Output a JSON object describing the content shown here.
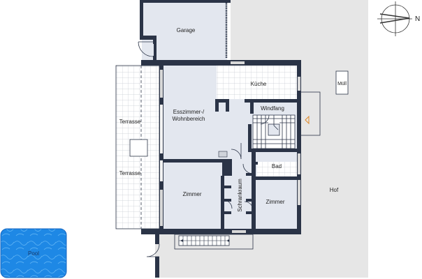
{
  "rooms": {
    "garage": "Garage",
    "kitchen": "Küche",
    "living_line1": "Esszimmer-/",
    "living_line2": "Wohnbereich",
    "windfang": "Windfang",
    "terrace_upper": "Terrasse",
    "terrace_lower": "Terrasse",
    "bath": "Bad",
    "room_left": "Zimmer",
    "room_right": "Zimmer",
    "closet": "Schrankraum",
    "yard": "Hof",
    "bin": "Müll",
    "pool": "Pool"
  },
  "compass": {
    "north_label": "N"
  },
  "colors": {
    "wall": "#2b3447",
    "interior": "#e3e7ef",
    "yard": "#e6e6e6",
    "pool": "#1e88e5",
    "window": "#d8d8d8"
  }
}
